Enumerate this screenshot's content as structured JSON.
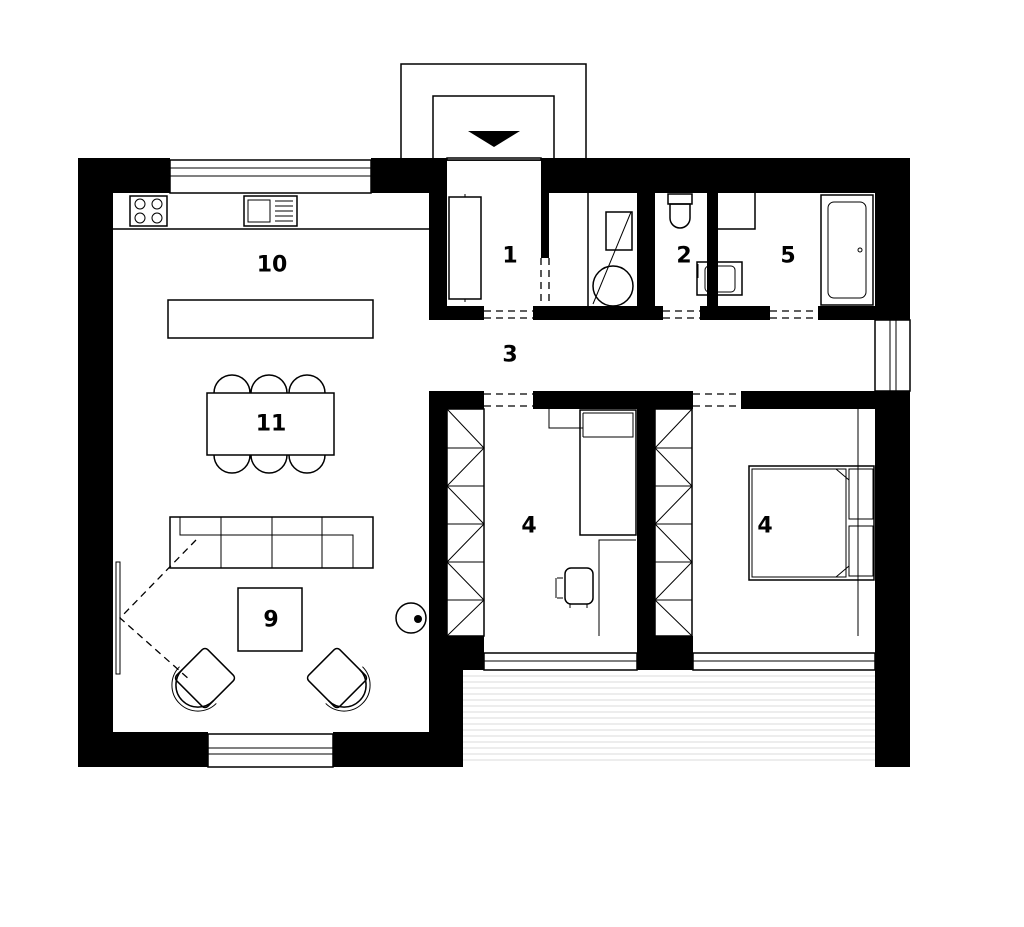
{
  "rooms": {
    "r1": "1",
    "r2": "2",
    "r3": "3",
    "r4a": "4",
    "r4b": "4",
    "r5": "5",
    "r9": "9",
    "r10": "10",
    "r11": "11"
  },
  "colors": {
    "wall": "#000000",
    "background": "#ffffff"
  },
  "icons": {
    "entrance": "triangle-down-icon",
    "stove": "stove-icon",
    "sink": "sink-icon",
    "toilet": "toilet-icon",
    "bathtub": "bathtub-icon",
    "washing_machine": "washing-machine-icon",
    "bed": "bed-icon",
    "desk_chair": "office-chair-icon",
    "fireplace": "stove-round-icon"
  }
}
